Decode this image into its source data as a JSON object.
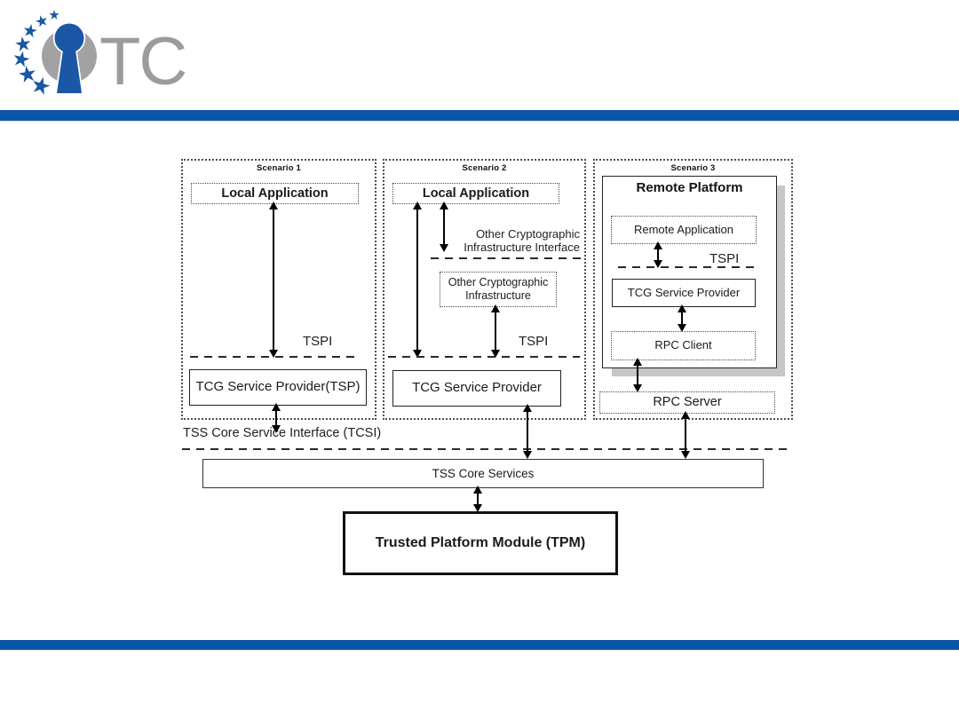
{
  "logo": {
    "text": "TC"
  },
  "scenario1": {
    "title": "Scenario 1",
    "local_application": "Local Application",
    "tspi_label": "TSPI",
    "service_provider": "TCG Service Provider(TSP)"
  },
  "scenario2": {
    "title": "Scenario 2",
    "local_application": "Local Application",
    "other_crypto_interface_line1": "Other Cryptographic",
    "other_crypto_interface_line2": "Infrastructure Interface",
    "other_crypto_line1": "Other Cryptographic",
    "other_crypto_line2": "Infrastructure",
    "tspi_label": "TSPI",
    "service_provider": "TCG Service Provider"
  },
  "scenario3": {
    "title": "Scenario 3",
    "remote_platform": "Remote Platform",
    "remote_application": "Remote Application",
    "tspi_label": "TSPI",
    "service_provider": "TCG Service Provider",
    "rpc_client": "RPC Client",
    "rpc_server": "RPC Server"
  },
  "core": {
    "tcsi_label": "TSS Core Service Interface (TCSI)",
    "tss_core_services": "TSS Core Services",
    "tpm": "Trusted Platform Module (TPM)"
  },
  "colors": {
    "accent_blue": "#0a56a6",
    "logo_blue": "#1c57a5",
    "logo_gray": "#9c9ca0",
    "shadow_gray": "#c6c6c6"
  }
}
